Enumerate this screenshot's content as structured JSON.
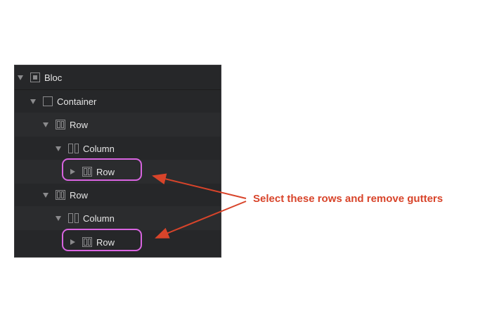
{
  "tree": [
    {
      "label": "Bloc",
      "icon": "bloc-icon",
      "expanded": true
    },
    {
      "label": "Container",
      "icon": "container-icon",
      "expanded": true
    },
    {
      "label": "Row",
      "icon": "row-icon",
      "expanded": true
    },
    {
      "label": "Column",
      "icon": "column-icon",
      "expanded": true
    },
    {
      "label": "Row",
      "icon": "row-icon",
      "expanded": false
    },
    {
      "label": "Row",
      "icon": "row-icon",
      "expanded": true
    },
    {
      "label": "Column",
      "icon": "column-icon",
      "expanded": true
    },
    {
      "label": "Row",
      "icon": "row-icon",
      "expanded": false
    }
  ],
  "annotation": {
    "text": "Select these rows and remove gutters",
    "color": "#d8442a",
    "highlight_color": "#d864e0"
  }
}
